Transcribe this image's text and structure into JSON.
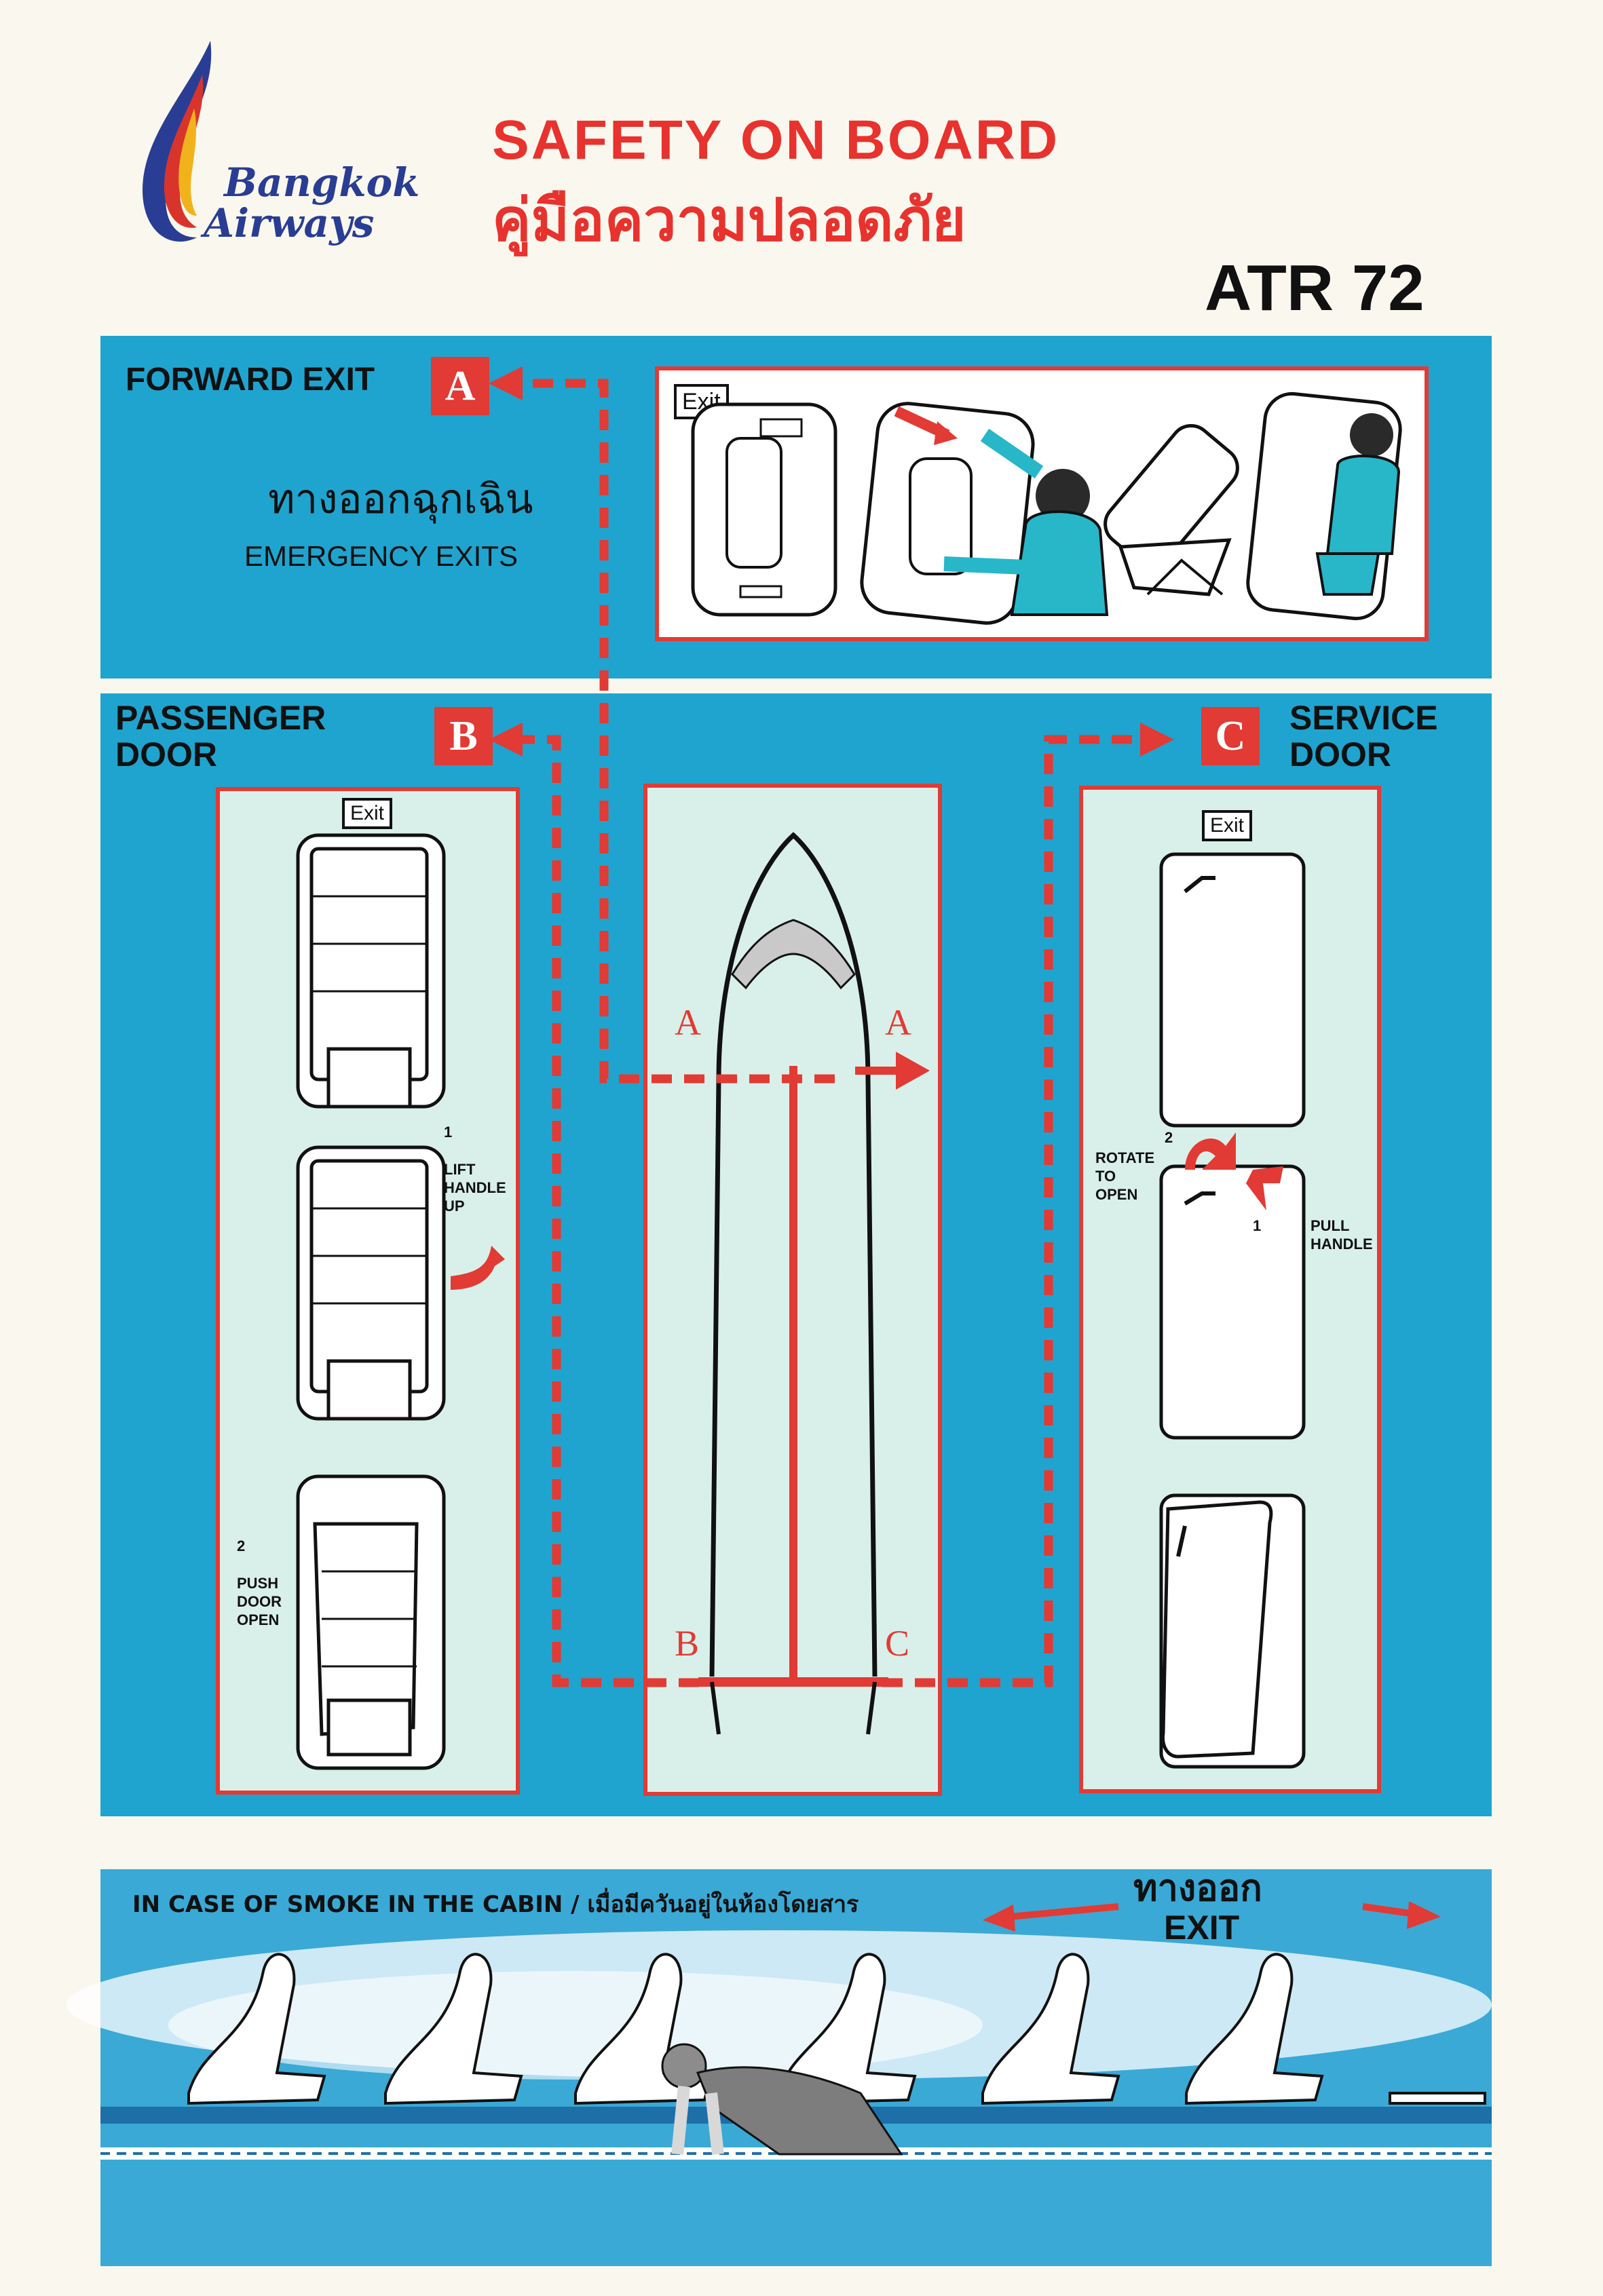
{
  "header": {
    "airline_line1": "Bangkok",
    "airline_line2": "Airways",
    "title_en": "SAFETY ON BOARD",
    "title_th": "คู่มือความปลอดภัย",
    "aircraft": "ATR 72"
  },
  "forward_exit": {
    "label": "FORWARD EXIT",
    "badge": "A",
    "th_label": "ทางออกฉุกเฉิน",
    "en_label": "EMERGENCY EXITS",
    "exit_tag": "Exit"
  },
  "passenger_door": {
    "label_line1": "PASSENGER",
    "label_line2": "DOOR",
    "badge": "B",
    "exit_tag": "Exit",
    "step1_num": "1",
    "step1_text": [
      "LIFT",
      "HANDLE",
      "UP"
    ],
    "step2_num": "2",
    "step2_text": [
      "PUSH",
      "DOOR",
      "OPEN"
    ]
  },
  "service_door": {
    "label_line1": "SERVICE",
    "label_line2": "DOOR",
    "badge": "C",
    "exit_tag": "Exit",
    "rotate_num": "2",
    "rotate_text": [
      "ROTATE",
      "TO",
      "OPEN"
    ],
    "pull_num": "1",
    "pull_text": [
      "PULL",
      "HANDLE"
    ]
  },
  "fuselage": {
    "left_front": "A",
    "right_front": "A",
    "left_rear": "B",
    "right_rear": "C"
  },
  "smoke": {
    "caption": "IN CASE OF SMOKE IN THE CABIN / เมื่อมีควันอยู่ในห้องโดยสาร",
    "exit_th": "ทางออก",
    "exit_en": "EXIT"
  },
  "colors": {
    "panel_blue": "#1fa4cf",
    "accent_red": "#e23a34",
    "inner_mint": "#d9f0ea"
  }
}
